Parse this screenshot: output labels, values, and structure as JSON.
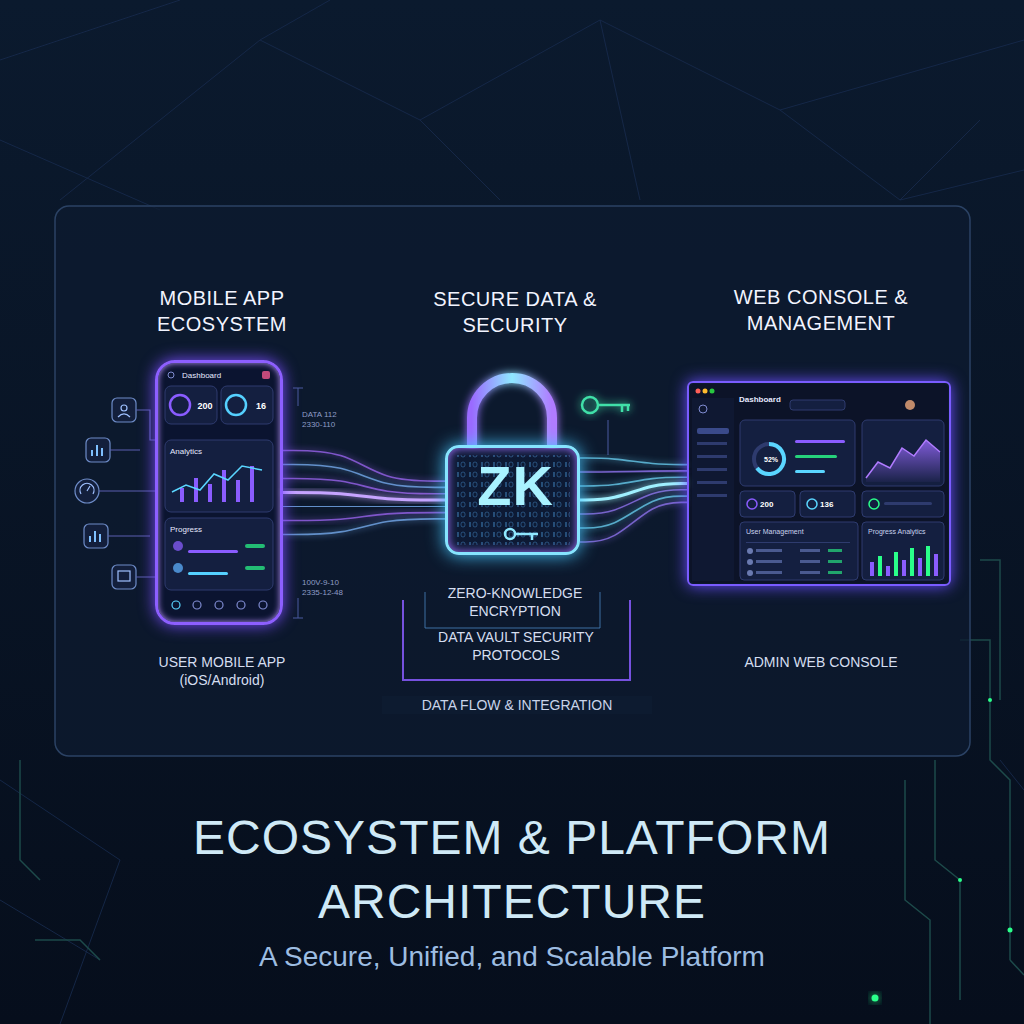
{
  "diagram": {
    "title": "ECOSYSTEM & PLATFORM ARCHITECTURE",
    "caption": "A Secure, Unified, and Scalable Platform",
    "nodes": [
      {
        "text": [
          "MOBILE APP ECOSYSTEM",
          "Dashboard",
          "200",
          "16",
          "Analytics",
          "Progress",
          "USER MOBILE APP (iOS/Android)"
        ]
      },
      {
        "text": [
          "SECURE DATA & SECURITY",
          "ZK",
          "ZERO-KNOWLEDGE ENCRYPTION",
          "DATA VAULT SECURITY PROTOCOLS"
        ]
      },
      {
        "text": [
          "WEB CONSOLE & MANAGEMENT",
          "Dashboard",
          "52%",
          "200",
          "136",
          "User Management",
          "Progress Analytics",
          "ADMIN WEB CONSOLE"
        ]
      }
    ],
    "edges": [
      {
        "from": 0,
        "to": 1,
        "arrow": "none"
      },
      {
        "from": 1,
        "to": 2,
        "arrow": "none"
      }
    ],
    "labels": [
      "DATA 112 2330-110",
      "100V-9-10 2335-12-48",
      "DATA FLOW & INTEGRATION"
    ]
  }
}
